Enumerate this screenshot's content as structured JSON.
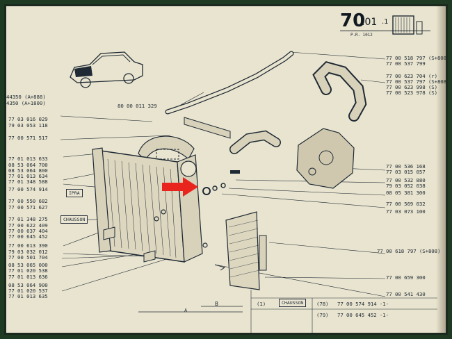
{
  "header": {
    "page_number_main": "70",
    "page_number_sub": ".01",
    "page_number_suffix": ".1",
    "ref": "P.R. 1012"
  },
  "left_refs": [
    "44350 (A+888)",
    "4350 (A+1800)",
    "77 03 016 029",
    "79 03 053 118",
    "77 00 571 517",
    "77 01 013 633",
    "08 53 064 700",
    "08 53 064 800",
    "77 01 013 634",
    "77 01 348 588",
    "77 00 574 914",
    "77 00 550 682",
    "77 00 571 627",
    "77 01 348 275",
    "77 00 622 409",
    "77 00 637 404",
    "77 00 645 452",
    "77 00 613 390",
    "79 03 032 012",
    "77 00 501 704",
    "08 53 065 000",
    "77 01 020 538",
    "77 01 013 636",
    "08 53 064 900",
    "77 01 020 537",
    "77 01 013 635"
  ],
  "callout_top": "80 00 011 329",
  "right_refs": [
    "77 00 518 797 (S+808)",
    "77 00 537 799",
    "77 00 623 704 (r)",
    "77 00 537 797 (S+808)",
    "77 00 623 998 (S)",
    "77 00 523 978 (S)",
    "77 00 536 168",
    "77 03 015 057",
    "77 00 532 880",
    "79 03 052 038",
    "08 05 381 300",
    "77 00 569 032",
    "77 03 073 100",
    "77 00 618 797 (S+808)",
    "77 00 659 300",
    "77 00 541 430"
  ],
  "tags": {
    "ipra": "IPRA",
    "chausson": "CHAUSSON"
  },
  "bottom_table": {
    "col_b": "B",
    "col_a": "A",
    "row1": {
      "num": "(1)",
      "label": "CHAUSSON",
      "ref": "(78)",
      "code": "77 00 574 914 -1-"
    },
    "row2": {
      "ref": "(79)",
      "code": "77 00 645 452 -1-"
    }
  },
  "colors": {
    "paper": "#e9e4cf",
    "ink": "#1f2a34",
    "frame": "#1e3a22",
    "arrow": "#e8241d"
  }
}
